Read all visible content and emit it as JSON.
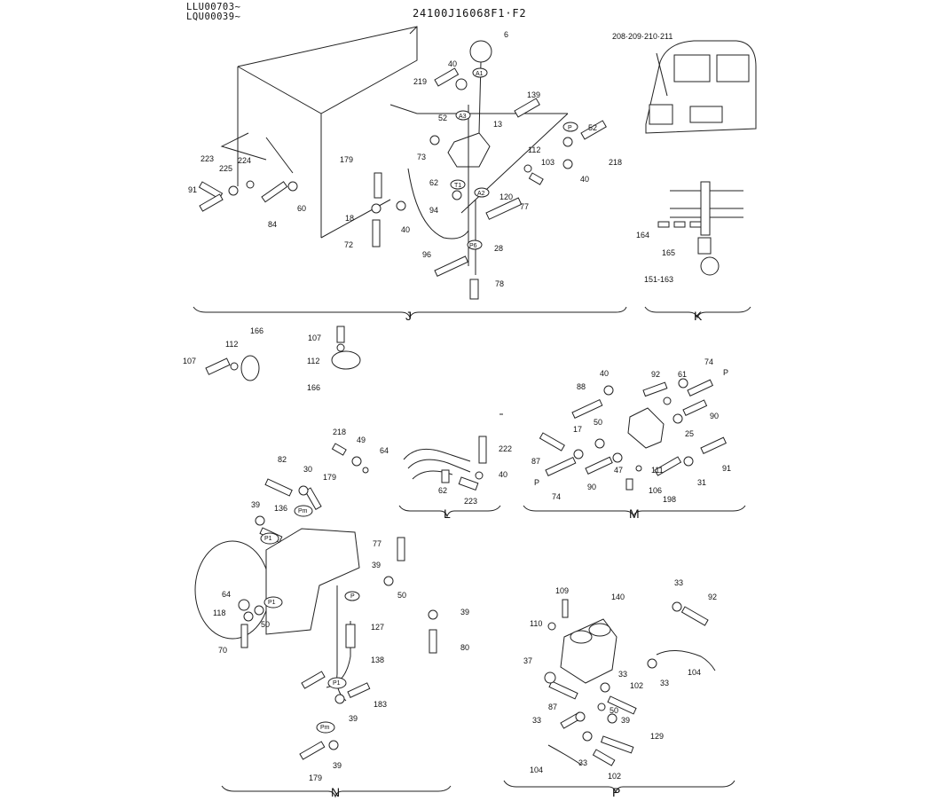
{
  "header": {
    "model_line1": "LLU00703~",
    "model_line2": "LQU00039~",
    "drawing_no": "24100J16068F1·F2"
  },
  "sections": [
    "J",
    "K",
    "L",
    "M",
    "N",
    "P"
  ],
  "callouts": {
    "J": [
      "6",
      "40",
      "A1",
      "219",
      "139",
      "52",
      "A3",
      "13",
      "P",
      "52",
      "73",
      "112",
      "103",
      "218",
      "40",
      "179",
      "62",
      "T1",
      "A2",
      "120",
      "77",
      "223",
      "224",
      "225",
      "91",
      "60",
      "84",
      "18",
      "94",
      "40",
      "72",
      "P6",
      "28",
      "96",
      "78"
    ],
    "cab": [
      "208·209·210·211"
    ],
    "K": [
      "164",
      "165",
      "151-163"
    ],
    "clamp": [
      "107",
      "112",
      "166",
      "107",
      "112",
      "166"
    ],
    "L": [
      "222",
      "40",
      "62",
      "223"
    ],
    "M": [
      "40",
      "92",
      "61",
      "74",
      "P",
      "88",
      "90",
      "25",
      "50",
      "17",
      "87",
      "47",
      "111",
      "106",
      "31",
      "91",
      "P",
      "74",
      "90",
      "198"
    ],
    "N": [
      "218",
      "49",
      "64",
      "82",
      "30",
      "179",
      "Pm",
      "39",
      "136",
      "P1",
      "77",
      "39",
      "50",
      "64",
      "P1",
      "118",
      "50",
      "70",
      "P",
      "39",
      "127",
      "80",
      "138",
      "P1",
      "183",
      "39",
      "Pm",
      "179",
      "39"
    ],
    "P": [
      "109",
      "140",
      "33",
      "92",
      "110",
      "37",
      "33",
      "33",
      "104",
      "102",
      "87",
      "50",
      "33",
      "39",
      "129",
      "104",
      "33",
      "102"
    ]
  }
}
